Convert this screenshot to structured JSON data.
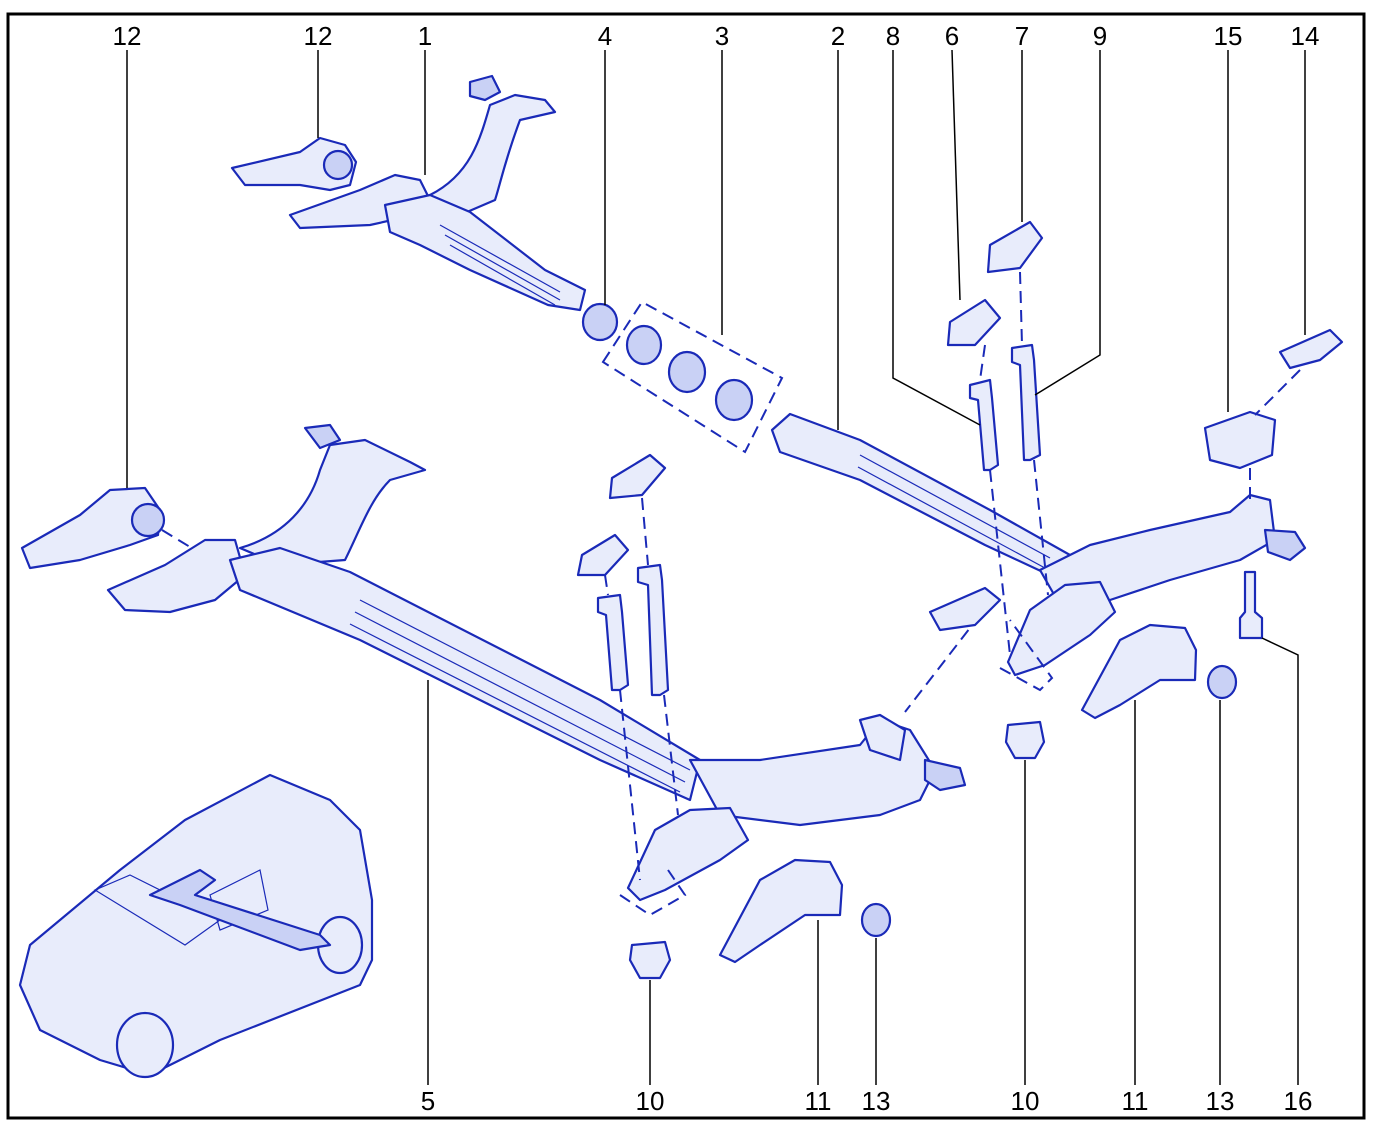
{
  "colors": {
    "ink": "#1a2ab8",
    "fill": "#e8ecfb",
    "frame": "#000000"
  },
  "callouts": {
    "top_12a": "12",
    "top_12b": "12",
    "top_1": "1",
    "top_4": "4",
    "top_3": "3",
    "top_2": "2",
    "top_8": "8",
    "top_6": "6",
    "top_7": "7",
    "top_9": "9",
    "top_15": "15",
    "top_14": "14",
    "bot_5": "5",
    "bot_10a": "10",
    "bot_11a": "11",
    "bot_13a": "13",
    "bot_10b": "10",
    "bot_11b": "11",
    "bot_13b": "13",
    "bot_16": "16"
  }
}
